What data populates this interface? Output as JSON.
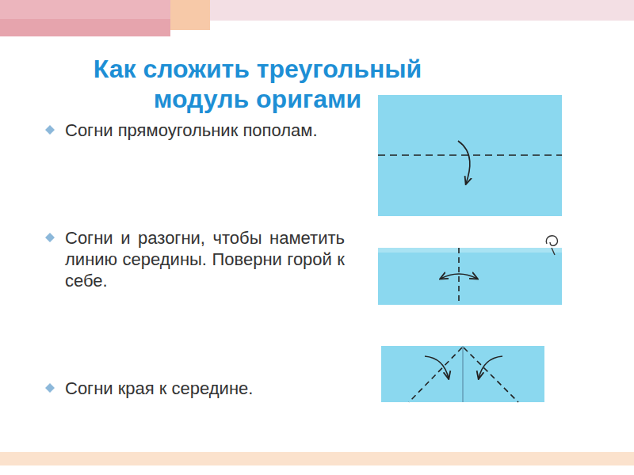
{
  "diagram": {
    "title": "Как сложить треугольный модуль оригами",
    "labels": [
      "Согни прямоугольник пополам.",
      "Согни и разогни, чтобы наметить линию середины. Поверни горой к себе.",
      "Согни края к середине."
    ]
  }
}
